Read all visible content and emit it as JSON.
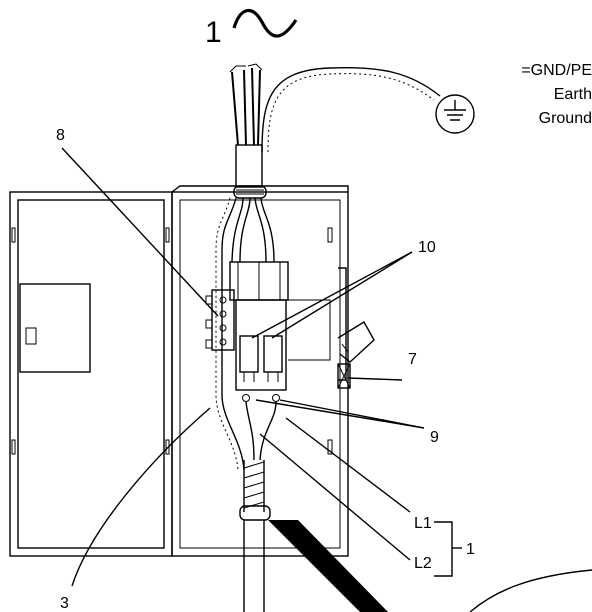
{
  "supply": {
    "phase_count": "1"
  },
  "ground": {
    "line1": "=GND/PE",
    "line2": "Earth",
    "line3": "Ground"
  },
  "callouts": {
    "c1": "1",
    "c3": "3",
    "c7": "7",
    "c8": "8",
    "c9": "9",
    "c10": "10",
    "l1": "L1",
    "l2": "L2"
  },
  "colors": {
    "indicator": "#37c837",
    "line": "#000000"
  }
}
